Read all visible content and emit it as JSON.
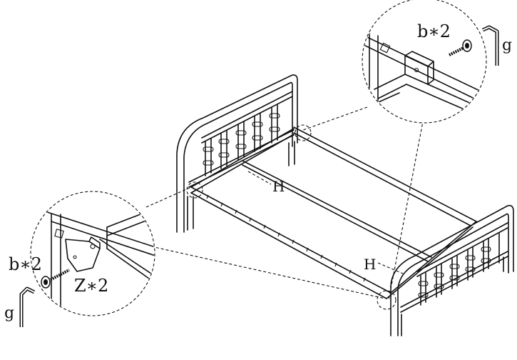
{
  "labels": {
    "rail_label_left": "H",
    "rail_label_right": "H",
    "bolt_callout_top": "b∗2",
    "key_callout_top": "g",
    "bolt_callout_left": "b∗2",
    "bracket_callout_left": "Z∗2",
    "key_callout_left": "g"
  },
  "icons": {
    "allen_key": "allen-key-icon",
    "bolt": "bolt-icon",
    "bracket": "bracket-icon"
  }
}
